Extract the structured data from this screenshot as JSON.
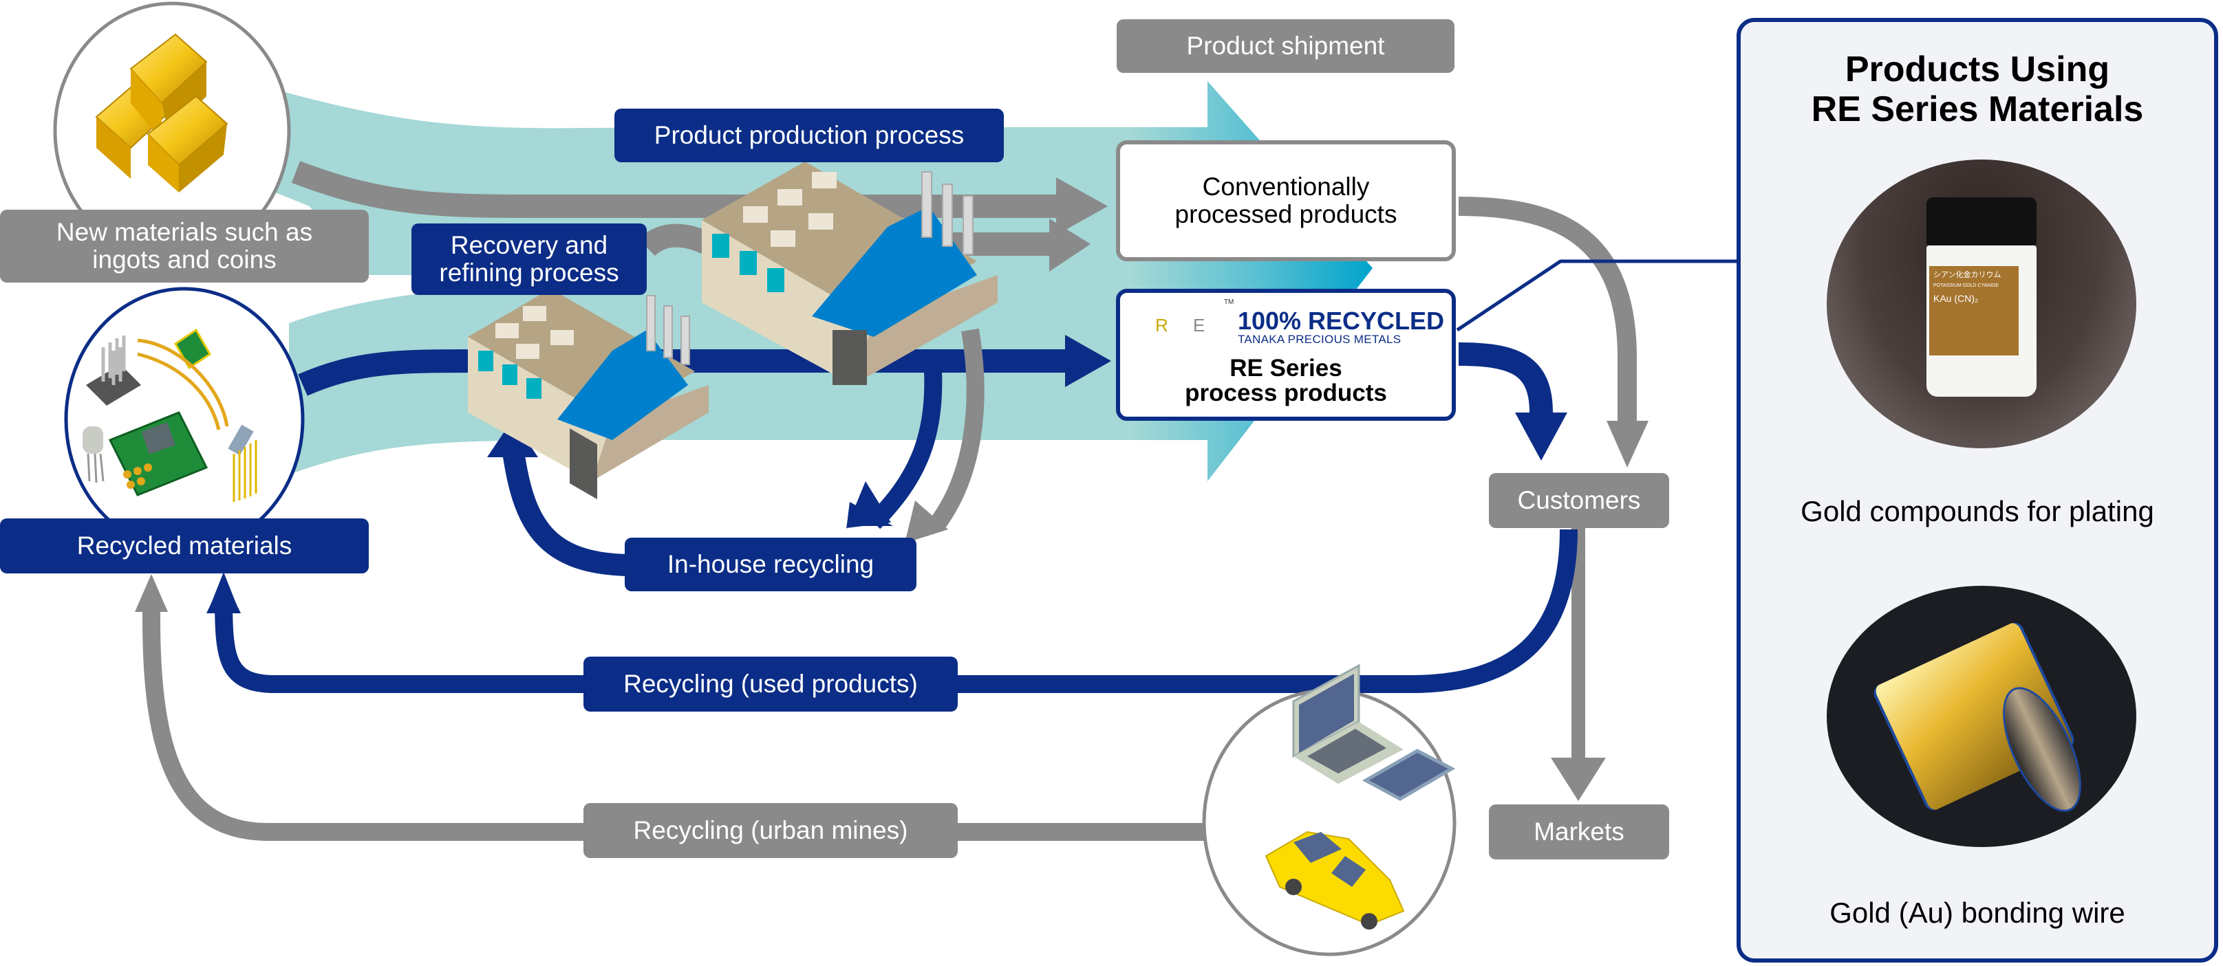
{
  "diagram": {
    "title": "RE Series recycling flow",
    "nodes": {
      "new_materials": "New materials such as\ningots and coins",
      "recycled_materials": "Recycled materials",
      "recovery_refining": "Recovery and\nrefining process",
      "product_production": "Product production process",
      "product_shipment": "Product shipment",
      "conventional_products": "Conventionally\nprocessed products",
      "re_series_products": "RE Series\nprocess products",
      "customers": "Customers",
      "markets": "Markets",
      "in_house_recycling": "In-house recycling",
      "recycling_used": "Recycling (used products)",
      "recycling_urban": "Recycling (urban mines)"
    },
    "re_logo": {
      "letter_r": "R",
      "letter_e": "E",
      "trademark": "TM",
      "headline": "100% RECYCLED",
      "subline": "TANAKA PRECIOUS METALS"
    },
    "illustrations": {
      "ingots": "gold-ingots-icon",
      "electronics_scrap": "electronic-components-icon",
      "factory_small": "factory-icon",
      "factory_large": "factory-icon",
      "urban_mine_devices": [
        "laptop-icon",
        "smartphone-icon",
        "car-icon"
      ]
    },
    "colors": {
      "navy": "#0b2d87",
      "gray": "#8a8a8a",
      "teal_flow": "#a5d8d6",
      "cyan_arrow": "#00a3cc",
      "gold": "#d4b63a",
      "silver": "#b5b5b5"
    }
  },
  "panel": {
    "title": "Products Using\nRE Series Materials",
    "products": [
      {
        "caption": "Gold compounds for plating",
        "image": "gold-compound-bottle",
        "label_jp": "シアン化金カリウム",
        "label_en": "POTASSIUM GOLD CYANIDE",
        "formula": "KAu (CN)₂"
      },
      {
        "caption": "Gold (Au) bonding wire",
        "image": "gold-bonding-wire-spool"
      }
    ]
  }
}
